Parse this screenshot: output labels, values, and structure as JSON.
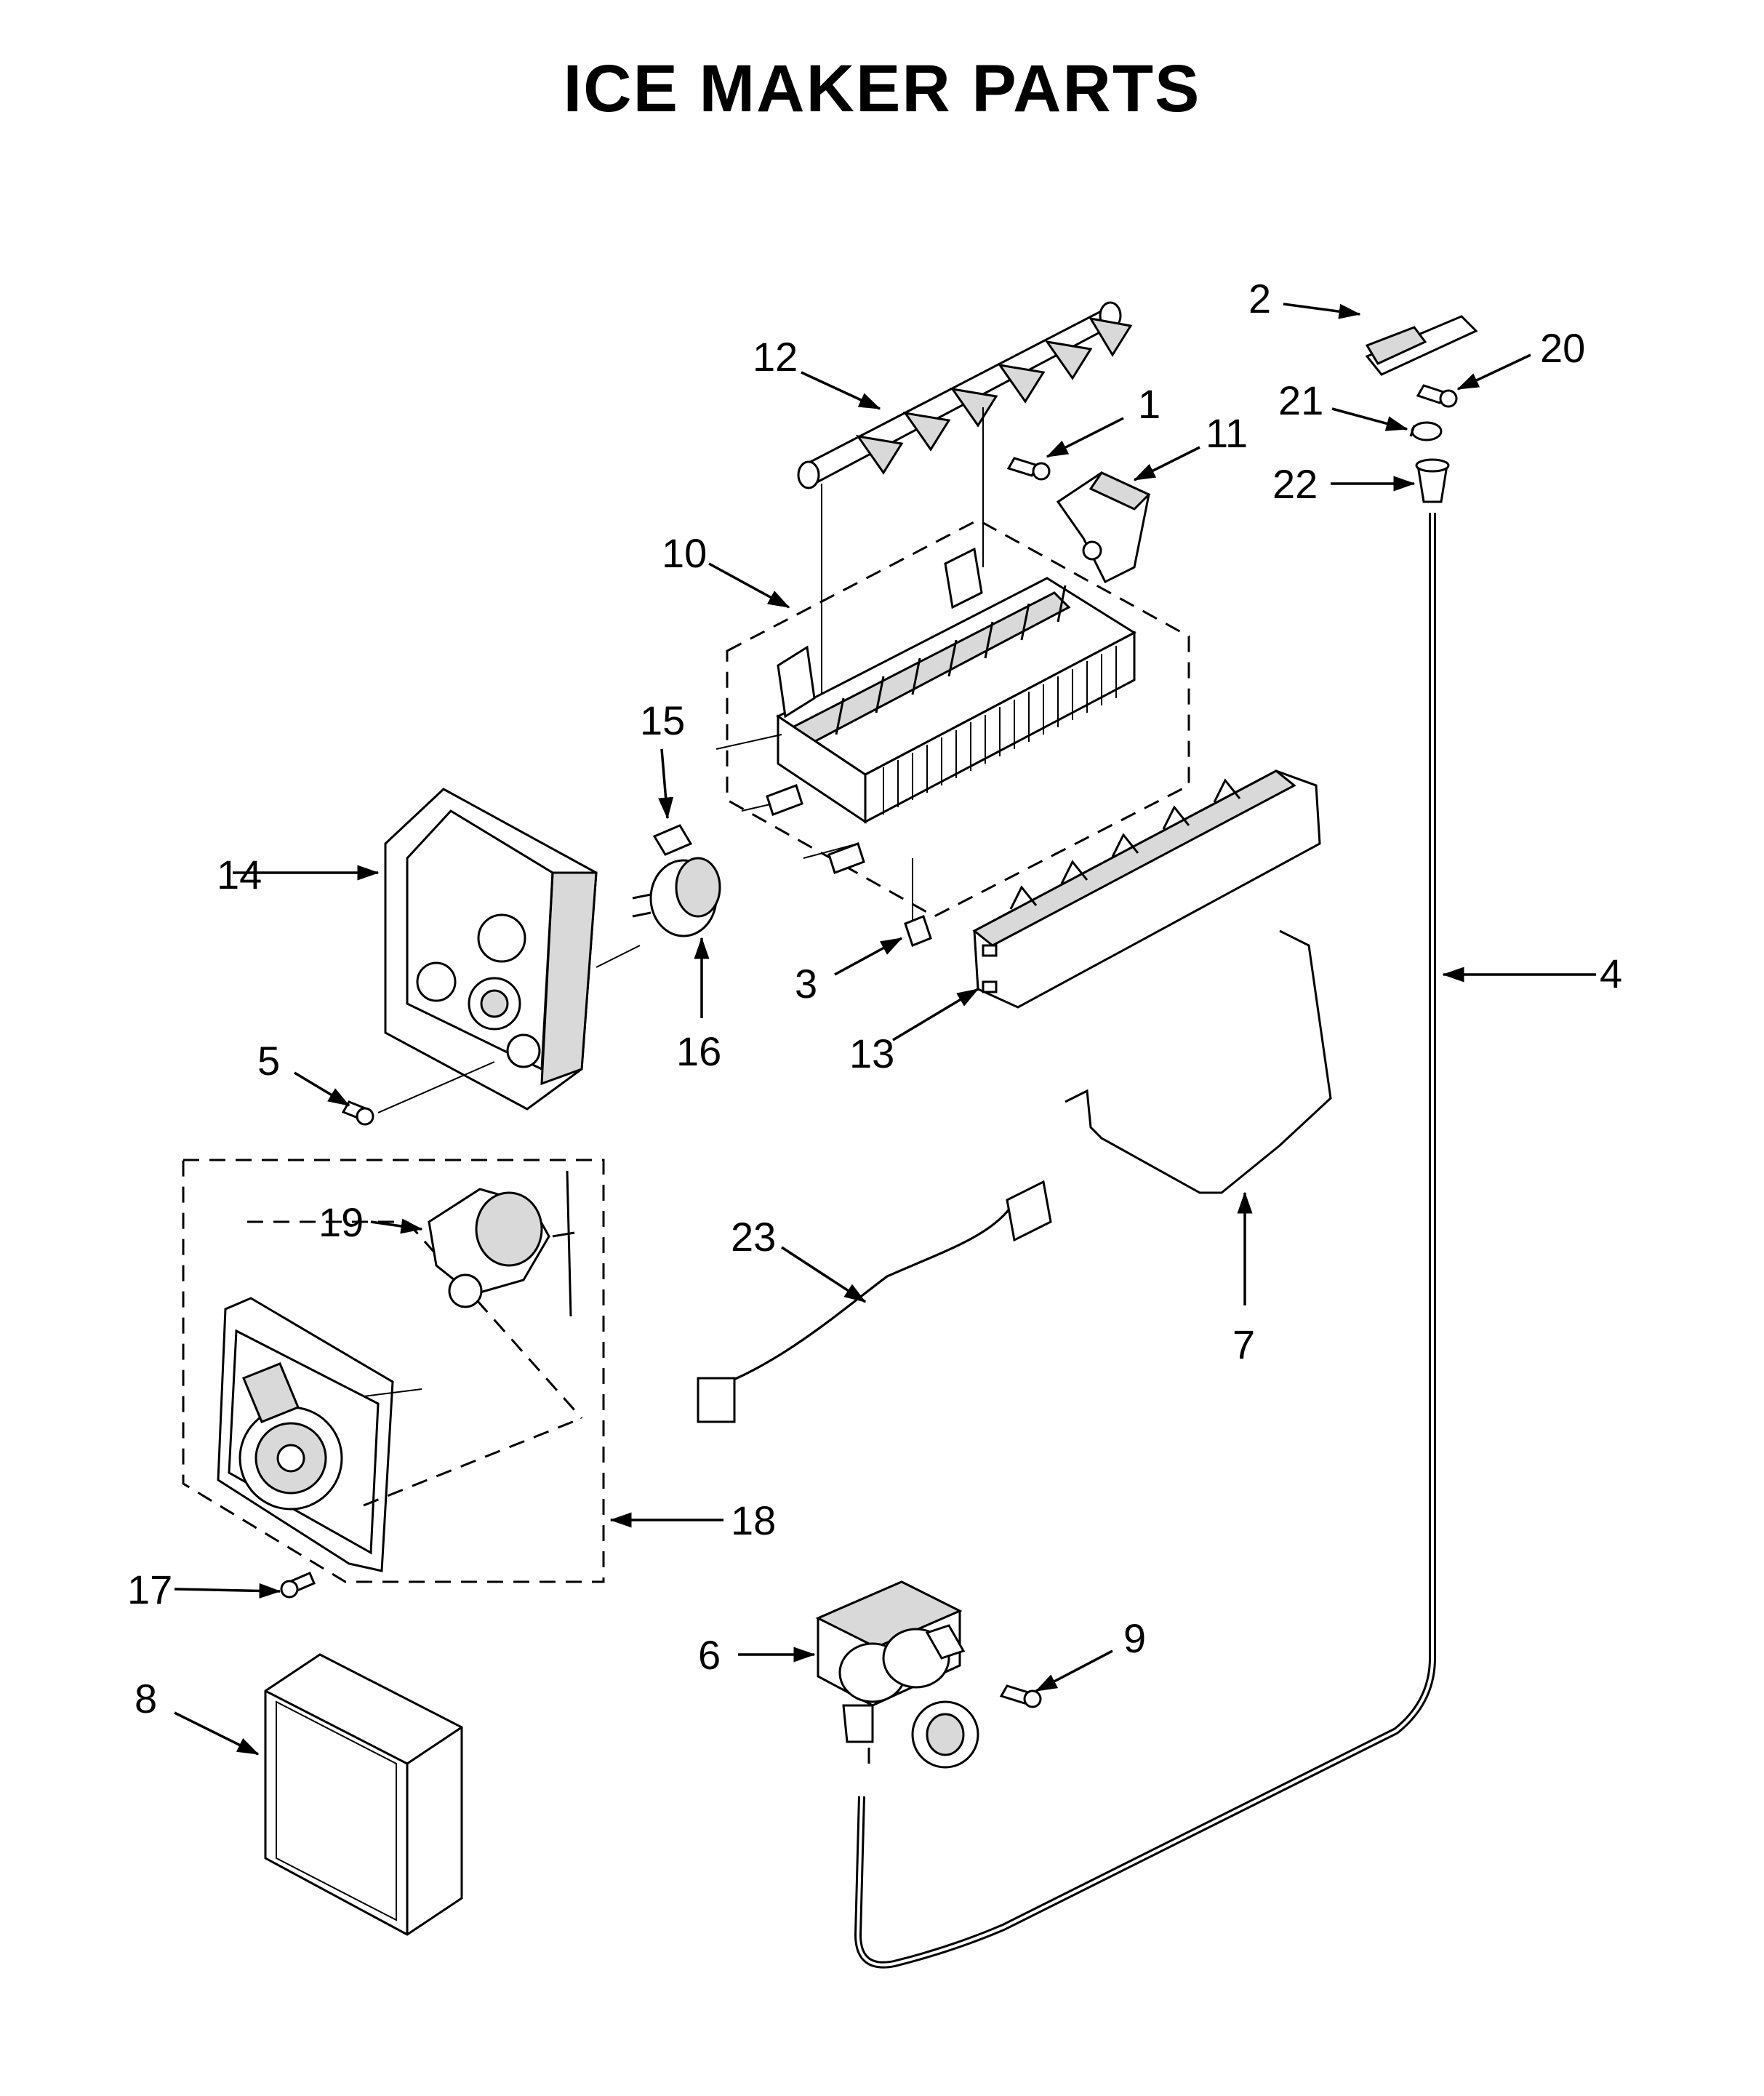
{
  "title": "ICE MAKER PARTS",
  "callouts": [
    "1",
    "2",
    "3",
    "4",
    "5",
    "6",
    "7",
    "8",
    "9",
    "10",
    "11",
    "12",
    "13",
    "14",
    "15",
    "16",
    "17",
    "18",
    "19",
    "20",
    "21",
    "22",
    "23"
  ]
}
